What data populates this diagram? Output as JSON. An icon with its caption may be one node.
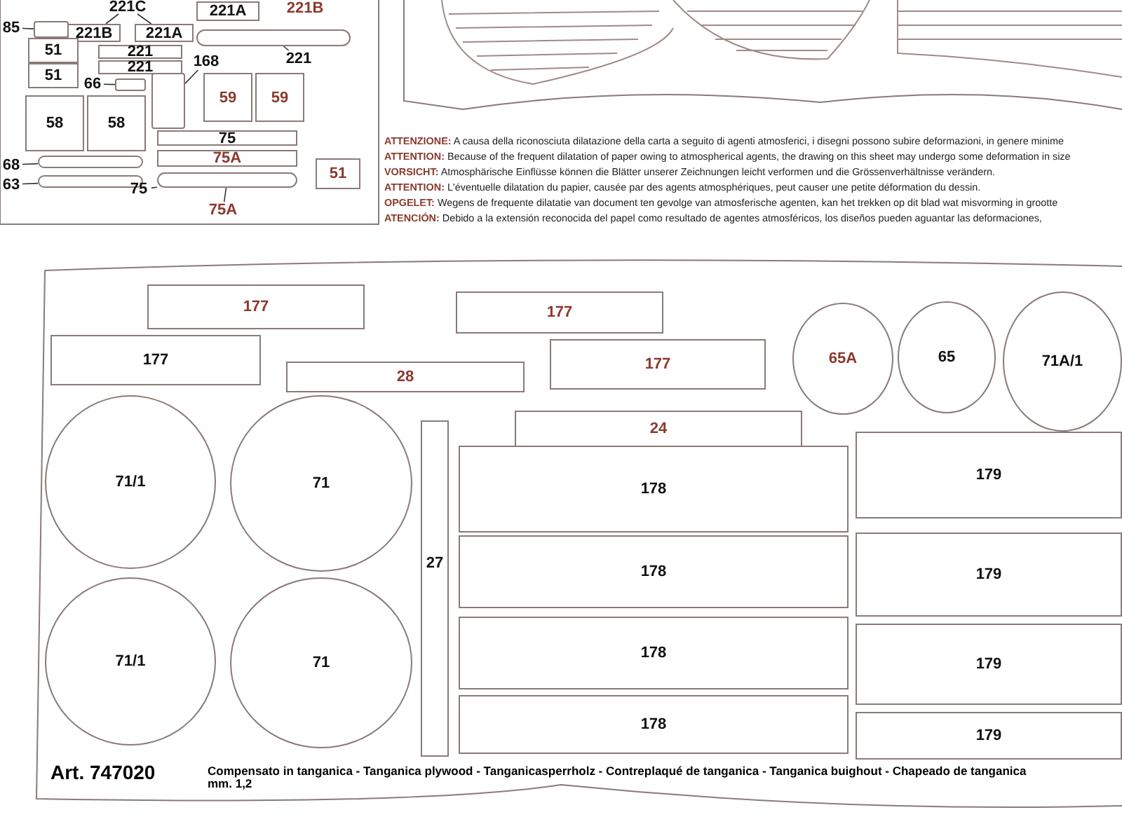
{
  "diagram": {
    "nodes": [
      {
        "text": [
          "85"
        ]
      },
      {
        "text": [],
        "shape": "box"
      },
      {
        "text": [
          "221B"
        ]
      },
      {
        "text": [
          "221A"
        ]
      },
      {
        "text": [
          "221C"
        ]
      },
      {
        "text": [
          "221A"
        ]
      },
      {
        "text": [
          "221B"
        ]
      },
      {
        "text": [
          "221"
        ]
      },
      {
        "text": [
          "221"
        ]
      },
      {
        "text": [
          "221"
        ]
      },
      {
        "text": [],
        "shape": "bar"
      },
      {
        "text": [
          "51"
        ]
      },
      {
        "text": [
          "51"
        ]
      },
      {
        "text": [
          "66"
        ]
      },
      {
        "text": [],
        "shape": "box"
      },
      {
        "text": [
          "168"
        ]
      },
      {
        "text": [],
        "shape": "box"
      },
      {
        "text": [
          "59"
        ]
      },
      {
        "text": [
          "59"
        ]
      },
      {
        "text": [
          "58"
        ]
      },
      {
        "text": [
          "58"
        ]
      },
      {
        "text": [
          "75"
        ]
      },
      {
        "text": [
          "75A"
        ]
      },
      {
        "text": [
          "68"
        ]
      },
      {
        "text": [],
        "shape": "bar"
      },
      {
        "text": [
          "63"
        ]
      },
      {
        "text": [],
        "shape": "bar"
      },
      {
        "text": [
          "75"
        ]
      },
      {
        "text": [],
        "shape": "bar"
      },
      {
        "text": [
          "75A"
        ]
      },
      {
        "text": [
          "51"
        ]
      },
      {
        "text": [
          "177"
        ]
      },
      {
        "text": [
          "177"
        ]
      },
      {
        "text": [
          "28"
        ]
      },
      {
        "text": [
          "177"
        ]
      },
      {
        "text": [
          "177"
        ]
      },
      {
        "text": [
          "65A"
        ]
      },
      {
        "text": [
          "65"
        ]
      },
      {
        "text": [
          "71A/1"
        ]
      },
      {
        "text": [
          "24"
        ]
      },
      {
        "text": [
          "178"
        ]
      },
      {
        "text": [
          "179"
        ]
      },
      {
        "text": [
          "71/1"
        ]
      },
      {
        "text": [
          "71"
        ]
      },
      {
        "text": [
          "178"
        ]
      },
      {
        "text": [
          "179"
        ]
      },
      {
        "text": [
          "27"
        ]
      },
      {
        "text": [
          "178"
        ]
      },
      {
        "text": [
          "179"
        ]
      },
      {
        "text": [
          "71/1"
        ]
      },
      {
        "text": [
          "71"
        ]
      },
      {
        "text": [
          "178"
        ]
      },
      {
        "text": [
          "179"
        ]
      }
    ],
    "edges": [
      {
        "from": 0,
        "to": 1,
        "arrow": "none"
      },
      {
        "from": 4,
        "to": 2,
        "arrow": "none"
      },
      {
        "from": 4,
        "to": 3,
        "arrow": "none"
      },
      {
        "from": 9,
        "to": 10,
        "arrow": "none"
      },
      {
        "from": 13,
        "to": 14,
        "arrow": "none"
      },
      {
        "from": 15,
        "to": 16,
        "arrow": "none"
      },
      {
        "from": 23,
        "to": 24,
        "arrow": "none"
      },
      {
        "from": 25,
        "to": 26,
        "arrow": "none"
      },
      {
        "from": 27,
        "to": 28,
        "arrow": "none"
      },
      {
        "from": 29,
        "to": 28,
        "arrow": "none"
      }
    ],
    "labels": [
      "**ATTENZIONE:** A causa della riconosciuta dilatazione della carta a seguito di agenti atmosferici, i disegni possono subire deformazioni, in genere minime",
      "**ATTENTION:** Because of the frequent dilatation of paper owing to atmospherical agents, the drawing on this sheet may undergo some deformation in size",
      "**VORSICHT:** Atmosphärische Einflüsse können die Blätter unserer Zeichnungen leicht verformen und die Grössenverhältnisse verändern.",
      "**ATTENTION:** L'éventuelle dilatation du papier, causée par des agents atmosphériques, peut causer une petite déformation du dessin.",
      "**OPGELET:** Wegens de frequente dilatatie van document ten gevolge van atmosferische agenten, kan het trekken op dit blad wat misvorming in grootte",
      "**ATENCIÓN:** Debido a la extensión reconocida del papel como resultado de agentes atmosféricos, los diseños pueden aguantar las deformaciones,",
      "Art. 747020",
      "Compensato in tanganica - Tanganica plywood - Tanganicasperrholz - Contreplaqué de tanganica - Tanganica buighout - Chapeado de tanganica",
      "mm. 1,2"
    ]
  }
}
